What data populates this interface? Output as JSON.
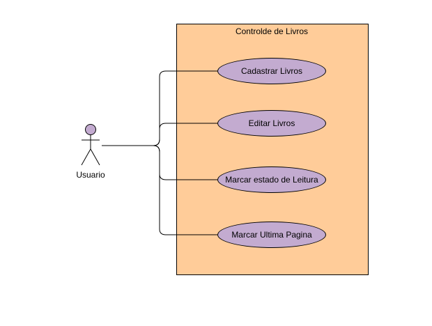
{
  "system": {
    "title": "Controlde de Livros",
    "fill_color": "#ffcc99"
  },
  "actor": {
    "name": "Usuario",
    "fill_color": "#c3abd0"
  },
  "use_cases": [
    {
      "label": "Cadastrar Livros"
    },
    {
      "label": "Editar Livros"
    },
    {
      "label": "Marcar estado de Leitura"
    },
    {
      "label": "Marcar Ultima Pagina"
    }
  ],
  "use_case_fill_color": "#c3abd0"
}
